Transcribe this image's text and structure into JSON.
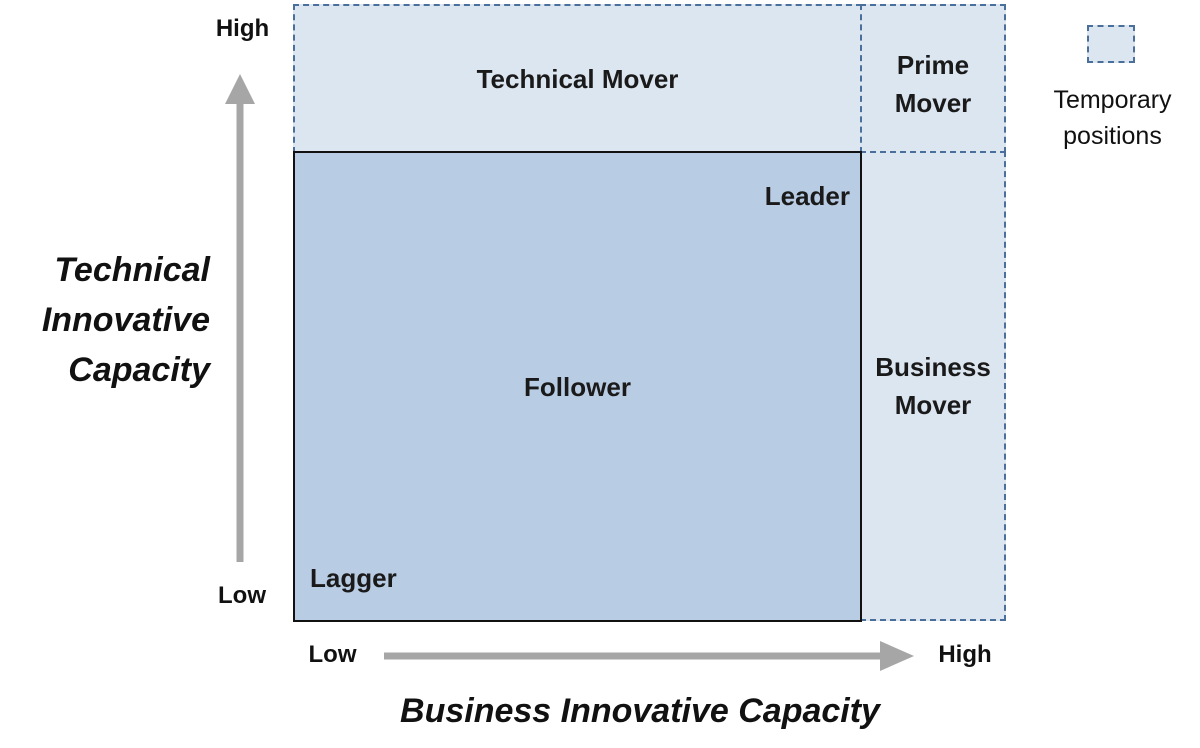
{
  "diagram": {
    "zones": {
      "technical_mover": "Technical Mover",
      "prime_mover_line1": "Prime",
      "prime_mover_line2": "Mover",
      "business_mover_line1": "Business",
      "business_mover_line2": "Mover",
      "leader": "Leader",
      "follower": "Follower",
      "lagger": "Lagger"
    },
    "y_axis": {
      "title_line1": "Technical",
      "title_line2": "Innovative",
      "title_line3": "Capacity",
      "high_label": "High",
      "low_label": "Low"
    },
    "x_axis": {
      "title": "Business Innovative Capacity",
      "low_label": "Low",
      "high_label": "High"
    },
    "legend": {
      "line1": "Temporary",
      "line2": "positions"
    },
    "colors": {
      "temporary_fill": "#dce6f1",
      "temporary_border": "#4a6f9a",
      "core_fill": "#b8cce4",
      "core_border": "#111111",
      "arrow": "#a6a6a6"
    }
  }
}
